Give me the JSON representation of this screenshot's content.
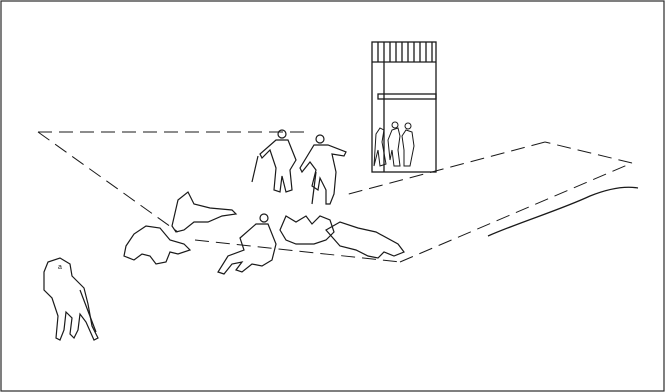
{
  "diagram": {
    "figure_label": "a",
    "elements": [
      "border-frame",
      "dashed-ground-plane",
      "booth-structure",
      "figures-in-booth",
      "standing-figure-with-stick",
      "standing-figure-with-cane",
      "prone-figure",
      "crouching-figure",
      "seated-figure",
      "lying-figure-pair",
      "lying-figure",
      "wavy-ground-line",
      "figure-a-with-crutch"
    ],
    "colors": {
      "background": "#ffffff",
      "line": "#1a1a1a",
      "border": "#2a2a2a"
    }
  }
}
